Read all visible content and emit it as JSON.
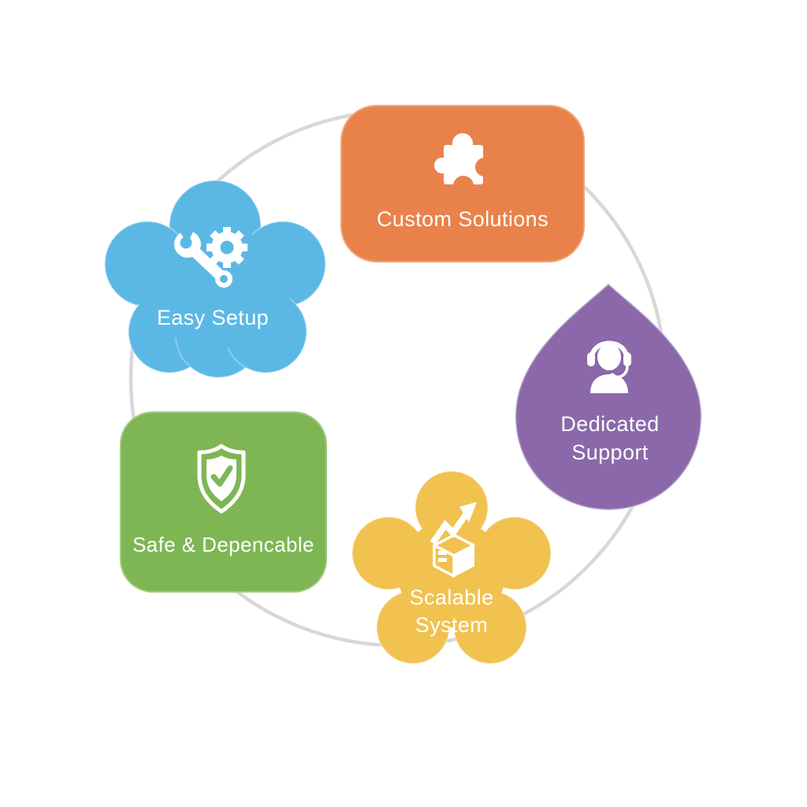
{
  "diagram": {
    "title": "Product benefits cycle diagram",
    "background_color": "#ffffff",
    "ring_color": "#d8d8d8",
    "text_color": "#ffffff",
    "nodes": [
      {
        "id": "custom-solutions",
        "label": "Custom Solutions",
        "shape": "rounded-rectangle",
        "color": "#e9824a",
        "icon": "puzzle-icon",
        "position": "top"
      },
      {
        "id": "easy-setup",
        "label": "Easy Setup",
        "shape": "cloud",
        "color": "#5bb8e5",
        "icon": "wrench-gear-icon",
        "position": "upper-left"
      },
      {
        "id": "dedicated-support",
        "label": "Dedicated Support",
        "label_lines": [
          "Dedicated",
          "Support"
        ],
        "shape": "teardrop",
        "color": "#8a68a9",
        "icon": "headset-icon",
        "position": "right"
      },
      {
        "id": "safe-dependable",
        "label": "Safe & Depencable",
        "shape": "rounded-rectangle",
        "color": "#7eb654",
        "icon": "shield-check-icon",
        "position": "lower-left"
      },
      {
        "id": "scalable-system",
        "label": "Scalable System",
        "label_lines": [
          "Scalable",
          "System"
        ],
        "shape": "star",
        "color": "#f1c24f",
        "icon": "box-growth-icon",
        "position": "bottom"
      }
    ]
  }
}
